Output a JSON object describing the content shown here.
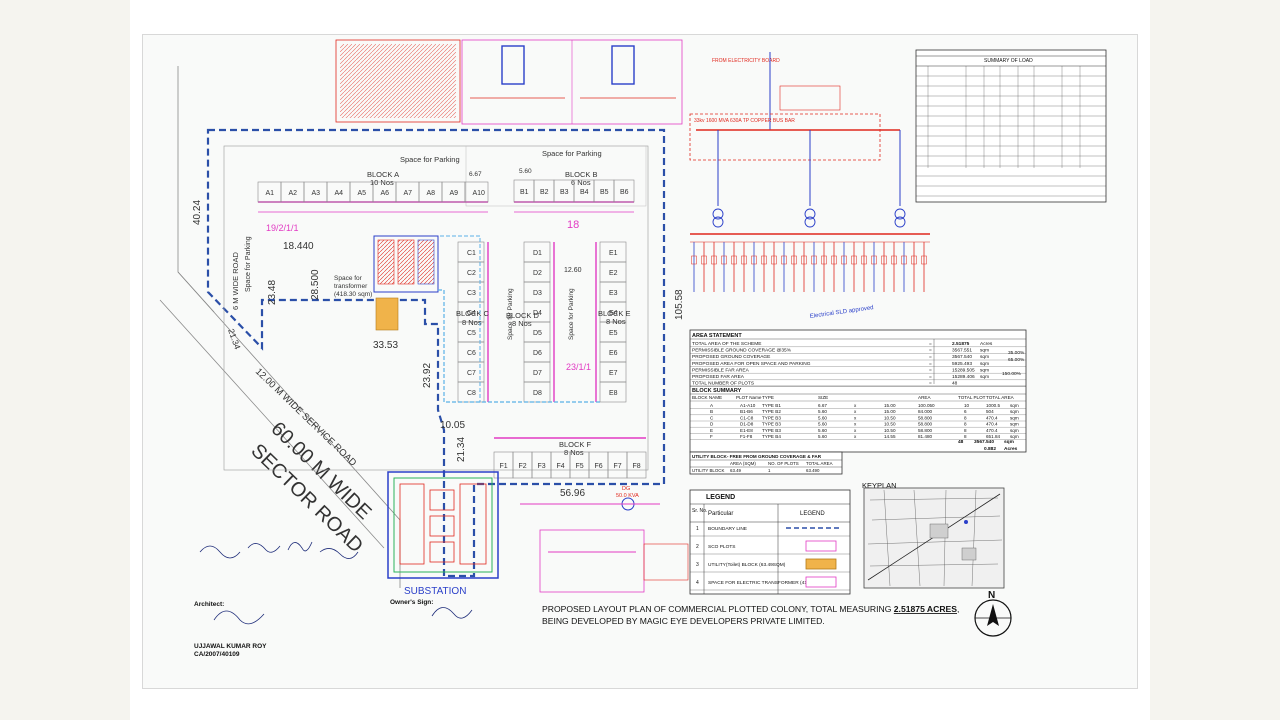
{
  "colors": {
    "boundary": "#2b4fa8",
    "plot": "#e23bc4",
    "utility": "#f0b34a",
    "line": "#6a6a6a",
    "red": "#e0281e",
    "blue": "#2a3fc9"
  },
  "icons": [
    "north-arrow-icon",
    "keyplan-map-icon",
    "signature-icon"
  ],
  "plan": {
    "roads": {
      "sector_road_line1": "60.00 M WIDE",
      "sector_road_line2": "SECTOR ROAD",
      "service_road": "12.00 M WIDE SERVICE ROAD",
      "six_m_road": "6 M WIDE ROAD"
    },
    "blockA": {
      "name": "BLOCK A",
      "count": "10 Nos",
      "parking": "Space for Parking",
      "plots": [
        "A1",
        "A2",
        "A3",
        "A4",
        "A5",
        "A6",
        "A7",
        "A8",
        "A9",
        "A10"
      ],
      "dim": "6.67"
    },
    "blockB": {
      "name": "BLOCK B",
      "count": "6 Nos",
      "parking": "Space for Parking",
      "plots": [
        "B1",
        "B2",
        "B3",
        "B4",
        "B5",
        "B6"
      ],
      "dim": "5.60"
    },
    "blockC": {
      "name": "BLOCK C",
      "count": "8 Nos",
      "plots": [
        "C1",
        "C2",
        "C3",
        "C4",
        "C5",
        "C6",
        "C7",
        "C8"
      ]
    },
    "blockD": {
      "name": "BLOCK D",
      "count": "8 Nos",
      "plots": [
        "D1",
        "D2",
        "D3",
        "D4",
        "D5",
        "D6",
        "D7",
        "D8"
      ]
    },
    "blockE": {
      "name": "BLOCK E",
      "count": "8 Nos",
      "plots": [
        "E1",
        "E2",
        "E3",
        "E4",
        "E5",
        "E6",
        "E7",
        "E8"
      ]
    },
    "blockF": {
      "name": "BLOCK F",
      "count": "8 Nos",
      "plots": [
        "F1",
        "F2",
        "F3",
        "F4",
        "F5",
        "F6",
        "F7",
        "F8"
      ]
    },
    "transformer_space_line1": "Space for",
    "transformer_space_line2": "transformer",
    "transformer_area": "(418.30 sqm)",
    "parking_side": "Space for Parking",
    "parking_mid_1": "Space for Parking",
    "parking_mid_2": "Space for Parking",
    "dims": [
      "40.24",
      "18.440",
      "23.48",
      "28.500",
      "21.34",
      "33.53",
      "23.92",
      "10.05",
      "21.34",
      "56.96",
      "105.58",
      "12.60",
      "18"
    ],
    "khasra_1": "19/2/1/1",
    "khasra_2": "23/1/1",
    "substation": "SUBSTATION"
  },
  "area_statement": {
    "title": "AREA STATEMENT",
    "rows": [
      {
        "label": "TOTAL AREA OF THE SCHEME",
        "value": "2.51875",
        "unit": "Acres"
      },
      {
        "label": "PERMISSIBLE GROUND COVERAGE @35%",
        "value": "3567.551",
        "unit": "sqm"
      },
      {
        "label": "PROPOSED GROUND COVERAGE",
        "value": "3567.540",
        "unit": "sqm"
      },
      {
        "label": "PROPOSED AREA FOR OPEN SPACE AND PARKING",
        "value": "5925.493",
        "unit": "sqm"
      },
      {
        "label": "PERMISSIBLE FAR AREA",
        "value": "15289.505",
        "unit": "sqm"
      },
      {
        "label": "PROPOSED FAR AREA",
        "value": "15289.406",
        "unit": "sqm"
      },
      {
        "label": "TOTAL NUMBER OF PLOTS",
        "value": "48",
        "unit": ""
      }
    ],
    "percent_1": "35.00%",
    "percent_2": "65.00%",
    "percent_3": "150.00%"
  },
  "block_summary": {
    "title": "BLOCK SUMMARY",
    "headers": [
      "BLOCK NAME",
      "PLOT Name",
      "TYPE",
      "SIZE",
      "",
      "",
      "AREA",
      "TOTAL PLOT",
      "TOTAL AREA"
    ],
    "rows": [
      [
        "A",
        "A1-A10",
        "TYPE B1",
        "6.67",
        "x",
        "15.00",
        "100.050",
        "10",
        "1000.5",
        "sqm"
      ],
      [
        "B",
        "B1-B6",
        "TYPE B2",
        "5.60",
        "x",
        "15.00",
        "84.000",
        "6",
        "504",
        "sqm"
      ],
      [
        "C",
        "C1-C8",
        "TYPE B3",
        "5.60",
        "x",
        "10.50",
        "58.800",
        "8",
        "470.4",
        "sqm"
      ],
      [
        "D",
        "D1-D8",
        "TYPE B3",
        "5.60",
        "x",
        "10.50",
        "58.800",
        "8",
        "470.4",
        "sqm"
      ],
      [
        "E",
        "E1-E8",
        "TYPE B3",
        "5.60",
        "x",
        "10.50",
        "58.800",
        "8",
        "470.4",
        "sqm"
      ],
      [
        "F",
        "F1-F8",
        "TYPE B4",
        "5.60",
        "x",
        "14.55",
        "81.480",
        "8",
        "651.84",
        "sqm"
      ]
    ],
    "total_plots": "48",
    "total_area": "3567.540",
    "total_unit": "sqm",
    "total_acres": "0.882",
    "acres_label": "Acres"
  },
  "utility_block": {
    "title": "UTILITY BLOCK- FREE FROM GROUND COVERAGE & FAR",
    "headers": [
      "",
      "AREA (SQM)",
      "NO. OF PLOTS",
      "TOTAL AREA"
    ],
    "row": [
      "UTILITY BLOCK",
      "63.49",
      "1",
      "63.490"
    ]
  },
  "legend": {
    "title": "LEGEND",
    "headers": [
      "Sr. No.",
      "Particular",
      "LEGEND"
    ],
    "rows": [
      [
        "1",
        "BOUNDARY LINE"
      ],
      [
        "2",
        "SCO PLOTS"
      ],
      [
        "3",
        "UTILITY(Toilet) BLOCK (63.49SQM)"
      ],
      [
        "4",
        "SPACE FOR ELECTRIC TRANSFORMER (418.30 SQM)"
      ]
    ]
  },
  "keyplan": {
    "title": "KEYPLAN"
  },
  "north": {
    "label": "N"
  },
  "project_title": {
    "line1_prefix": "PROPOSED LAYOUT PLAN OF COMMERCIAL PLOTTED COLONY, TOTAL MEASURING ",
    "line1_value": "2.51875 ACRES",
    "line1_suffix": ",",
    "line2": "BEING DEVELOPED BY MAGIC EYE DEVELOPERS PRIVATE LIMITED."
  },
  "signatures": {
    "architect_label": "Architect:",
    "architect_name": "UJJAWAL KUMAR ROY",
    "architect_reg": "CA/2007/40109",
    "owner_label": "Owner's Sign:"
  },
  "sld": {
    "incoming": "FROM ELECTRICITY BOARD",
    "busbar": "33kv 1600 MVA 630A TP COPPER BUS BAR",
    "dg": "DG",
    "dg_rating": "50.0 KVA",
    "notes": "Electrical SLD approved",
    "summary_title": "SUMMARY OF LOAD"
  }
}
